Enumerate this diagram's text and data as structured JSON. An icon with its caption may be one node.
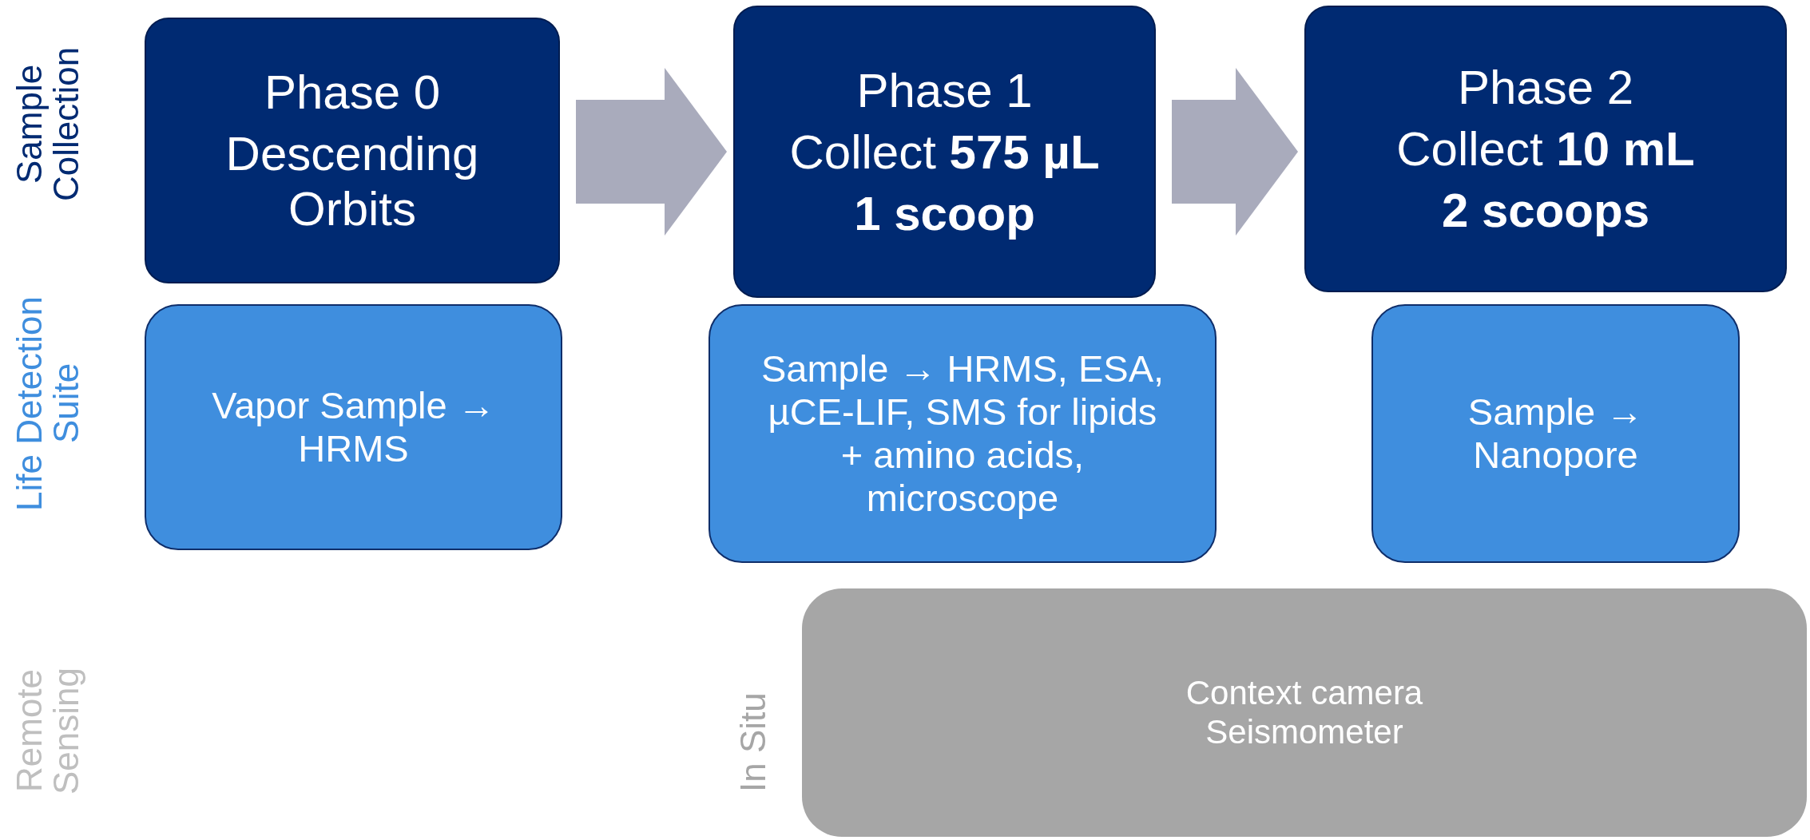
{
  "diagram": {
    "nodes": [
      {
        "text": [
          "Phase 0",
          "Descending Orbits"
        ]
      },
      {
        "text": [
          "Phase 1",
          "Collect **575 µL**",
          "1 scoop"
        ]
      },
      {
        "text": [
          "Phase 2",
          "Collect **10 mL**",
          "2 scoops"
        ]
      },
      {
        "text": [
          "Vapor Sample → HRMS"
        ]
      },
      {
        "text": [
          "Sample → HRMS, ESA, µCE-LIF, SMS for lipids + amino acids, microscope"
        ]
      },
      {
        "text": [
          "Sample  → Nanopore"
        ]
      },
      {
        "text": [
          "Context camera Seismometer"
        ]
      }
    ],
    "edges": [
      {
        "from": 0,
        "to": 1,
        "arrow": "to"
      },
      {
        "from": 1,
        "to": 2,
        "arrow": "to"
      }
    ],
    "labels": [
      "Sample Collection",
      "Life Detection Suite",
      "Remote Sensing",
      "In Situ"
    ]
  }
}
